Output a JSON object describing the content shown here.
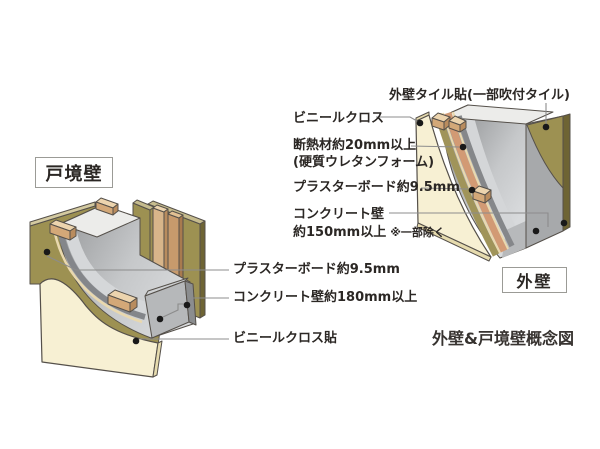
{
  "page": {
    "background": "#ffffff"
  },
  "caption": "外壁&戸境壁概念図",
  "partition_wall": {
    "box_label": "戸境壁",
    "labels": {
      "plasterboard": "プラスターボード約9.5mm",
      "concrete": "コンクリート壁約180mm以上",
      "vinyl_cloth": "ビニールクロス貼"
    }
  },
  "exterior_wall": {
    "box_label": "外壁",
    "labels": {
      "tile": "外壁タイル貼(一部吹付タイル)",
      "vinyl_cloth": "ビニールクロス",
      "insulation_line1": "断熱材約20mm以上",
      "insulation_line2": "(硬質ウレタンフォーム)",
      "plasterboard": "プラスターボード約9.5mm",
      "concrete_line1": "コンクリート壁",
      "concrete_line2": "約150mm以上",
      "concrete_note": "※一部除く"
    }
  },
  "colors": {
    "plasterboard_olive": "#9d9152",
    "panel_edge_beige": "#e9d8ae",
    "vinyl_cream": "#f7f0d3",
    "concrete_gray": "#c6c8ca",
    "concrete_dark": "#85878a",
    "insulation_salmon": "#d29a74",
    "wood_tan": "#d3a878",
    "tile_edge_dark": "#6e6434",
    "outline": "#55504a",
    "leader_line": "#8c8c8c",
    "text": "#2b2724"
  }
}
